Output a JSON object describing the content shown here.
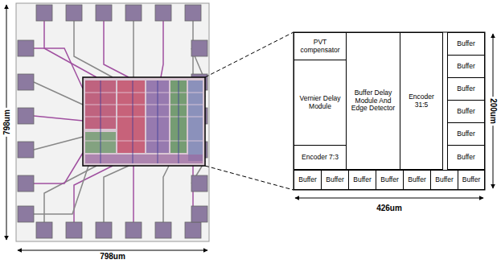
{
  "diagram": {
    "nodes": [
      {
        "text": [
          "PVT compensator"
        ]
      },
      {
        "text": [
          "Vernier Delay Module"
        ]
      },
      {
        "text": [
          "Encoder 7:3"
        ]
      },
      {
        "text": [
          "Buffer Delay Module And Edge Detector"
        ]
      },
      {
        "text": [
          "Encoder 31:5"
        ]
      },
      {
        "text": [
          "Buffer"
        ]
      },
      {
        "text": [
          "Buffer"
        ]
      },
      {
        "text": [
          "Buffer"
        ]
      },
      {
        "text": [
          "Buffer"
        ]
      },
      {
        "text": [
          "Buffer"
        ]
      },
      {
        "text": [
          "Buffer"
        ]
      },
      {
        "text": [
          "Buffer"
        ]
      },
      {
        "text": [
          "Buffer"
        ]
      },
      {
        "text": [
          "Buffer"
        ]
      },
      {
        "text": [
          "Buffer"
        ]
      },
      {
        "text": [
          "Buffer"
        ]
      },
      {
        "text": [
          "Buffer"
        ]
      },
      {
        "text": [
          "Buffer"
        ]
      }
    ],
    "labels": [
      "798um",
      "798um",
      "200um",
      "426um"
    ]
  }
}
